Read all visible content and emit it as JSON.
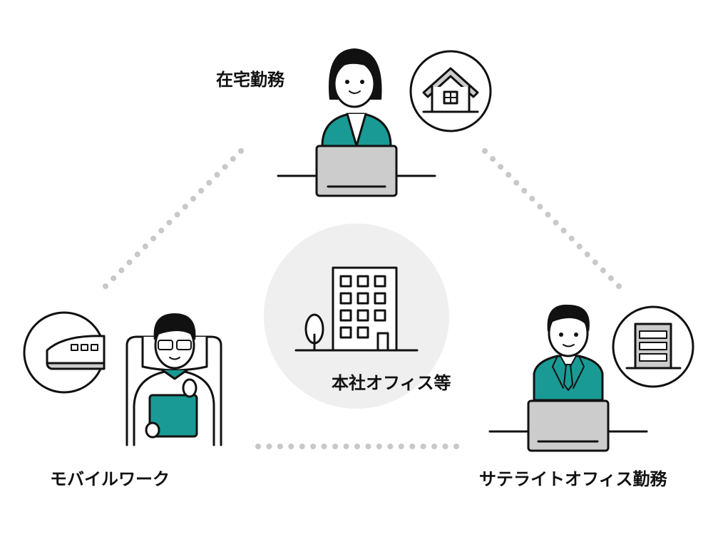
{
  "labels": {
    "remote_work": "在宅勤務",
    "head_office": "本社オフィス等",
    "mobile_work": "モバイルワーク",
    "satellite_office": "サテライトオフィス勤務"
  },
  "colors": {
    "accent": "#1a9a94",
    "laptop": "#cccccc",
    "hub": "#efefef",
    "dots": "#c8c8c8"
  }
}
